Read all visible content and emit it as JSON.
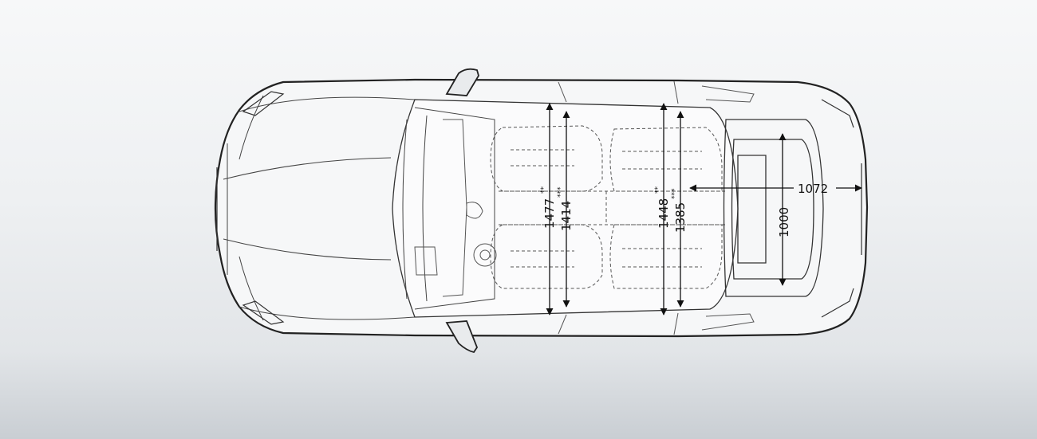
{
  "dimensions": {
    "front_shoulder_a": {
      "value": "1477",
      "note": "**"
    },
    "front_shoulder_b": {
      "value": "1414",
      "note": "***"
    },
    "rear_shoulder_a": {
      "value": "1448",
      "note": "**"
    },
    "rear_shoulder_b": {
      "value": "1385",
      "note": "***"
    },
    "load_floor_length": "1072",
    "load_floor_width": "1000"
  },
  "colors": {
    "line": "#2a2a2a",
    "dash": "#555555",
    "car_fill": "#f5f6f7"
  }
}
